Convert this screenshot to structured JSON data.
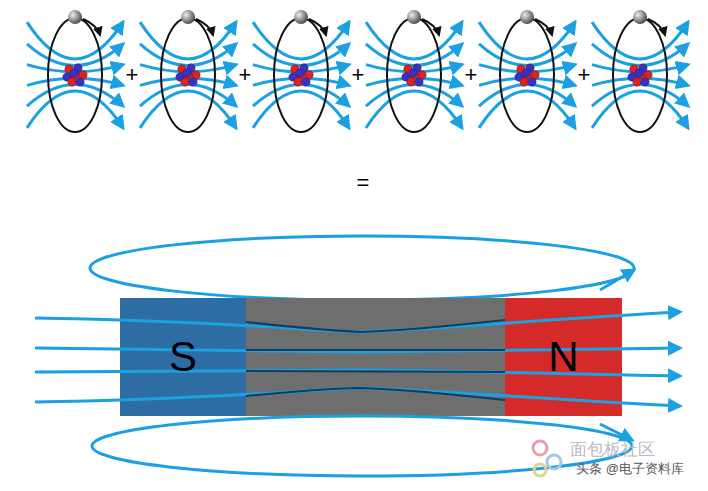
{
  "diagram": {
    "nodes": [
      {
        "text": [
          "S"
        ]
      },
      {
        "text": [
          "N"
        ]
      }
    ],
    "labels": [
      "+",
      "+",
      "+",
      "+",
      "+",
      "=",
      "面包板社区",
      "头条 @电子资料库"
    ]
  }
}
